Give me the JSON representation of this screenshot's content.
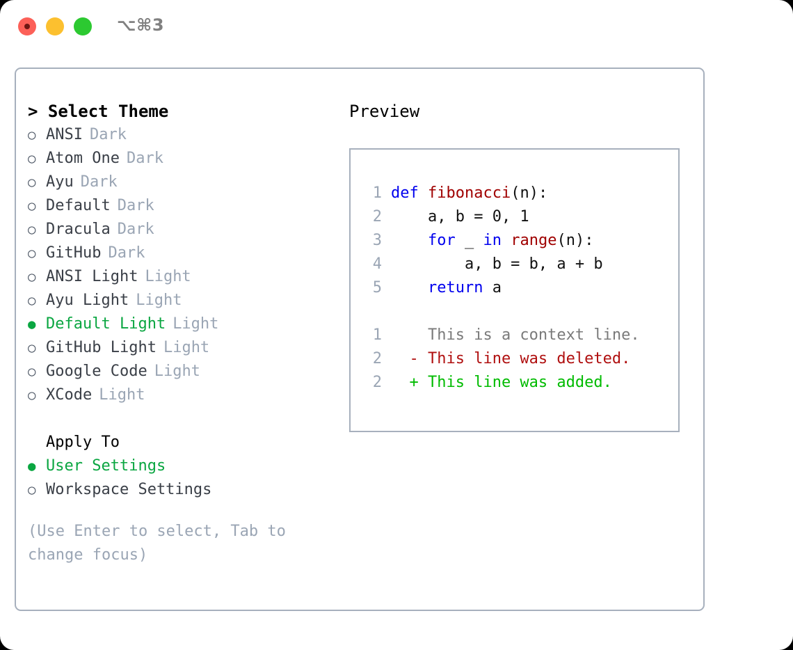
{
  "titlebar": {
    "shortcut": "⌥⌘3",
    "buttons": [
      {
        "name": "close",
        "color": "#fc6058"
      },
      {
        "name": "minimize",
        "color": "#fcc02f"
      },
      {
        "name": "maximize",
        "color": "#2cc931"
      }
    ]
  },
  "left": {
    "header": "> Select Theme",
    "themes": [
      {
        "bullet": "○",
        "label": "ANSI",
        "tag": "Dark",
        "selected": false
      },
      {
        "bullet": "○",
        "label": "Atom One",
        "tag": "Dark",
        "selected": false
      },
      {
        "bullet": "○",
        "label": "Ayu",
        "tag": "Dark",
        "selected": false
      },
      {
        "bullet": "○",
        "label": "Default",
        "tag": "Dark",
        "selected": false
      },
      {
        "bullet": "○",
        "label": "Dracula",
        "tag": "Dark",
        "selected": false
      },
      {
        "bullet": "○",
        "label": "GitHub",
        "tag": "Dark",
        "selected": false
      },
      {
        "bullet": "○",
        "label": "ANSI Light",
        "tag": "Light",
        "selected": false
      },
      {
        "bullet": "○",
        "label": "Ayu Light",
        "tag": "Light",
        "selected": false
      },
      {
        "bullet": "●",
        "label": "Default Light",
        "tag": "Light",
        "selected": true
      },
      {
        "bullet": "○",
        "label": "GitHub Light",
        "tag": "Light",
        "selected": false
      },
      {
        "bullet": "○",
        "label": "Google Code",
        "tag": "Light",
        "selected": false
      },
      {
        "bullet": "○",
        "label": "XCode",
        "tag": "Light",
        "selected": false
      }
    ],
    "apply_to_label": "Apply To",
    "apply_to_options": [
      {
        "bullet": "●",
        "label": "User Settings",
        "selected": true
      },
      {
        "bullet": "○",
        "label": "Workspace Settings",
        "selected": false
      }
    ],
    "hint": "(Use Enter to select, Tab to change focus)"
  },
  "preview": {
    "title": "Preview",
    "code_lines": [
      {
        "number": "1",
        "tokens": [
          {
            "text": "def ",
            "kind": "kw"
          },
          {
            "text": "fibonacci",
            "kind": "fn"
          },
          {
            "text": "(n):",
            "kind": "txt"
          }
        ]
      },
      {
        "number": "2",
        "tokens": [
          {
            "text": "    a, b = 0, 1",
            "kind": "txt"
          }
        ]
      },
      {
        "number": "3",
        "tokens": [
          {
            "text": "    ",
            "kind": "txt"
          },
          {
            "text": "for",
            "kind": "kw"
          },
          {
            "text": " _ ",
            "kind": "txt"
          },
          {
            "text": "in",
            "kind": "kw"
          },
          {
            "text": " ",
            "kind": "txt"
          },
          {
            "text": "range",
            "kind": "fn"
          },
          {
            "text": "(n):",
            "kind": "txt"
          }
        ]
      },
      {
        "number": "4",
        "tokens": [
          {
            "text": "        a, b = b, a + b",
            "kind": "txt"
          }
        ]
      },
      {
        "number": "5",
        "tokens": [
          {
            "text": "    ",
            "kind": "txt"
          },
          {
            "text": "return",
            "kind": "kw"
          },
          {
            "text": " a",
            "kind": "txt"
          }
        ]
      }
    ],
    "diff_lines": [
      {
        "number": "1",
        "marker": "  ",
        "text": "This is a context line.",
        "kind": "context"
      },
      {
        "number": "2",
        "marker": "- ",
        "text": "This line was deleted.",
        "kind": "deleted"
      },
      {
        "number": "2",
        "marker": "+ ",
        "text": "This line was added.",
        "kind": "added"
      }
    ]
  },
  "colors": {
    "selected_green": "#0aa641",
    "tag_gray": "#9aa5b4",
    "border": "#a7b0bd",
    "keyword_blue": "#0000ee",
    "function_red": "#a00000",
    "diff_deleted": "#b01010",
    "diff_added": "#00bb00",
    "diff_context": "#7a7a7a"
  }
}
